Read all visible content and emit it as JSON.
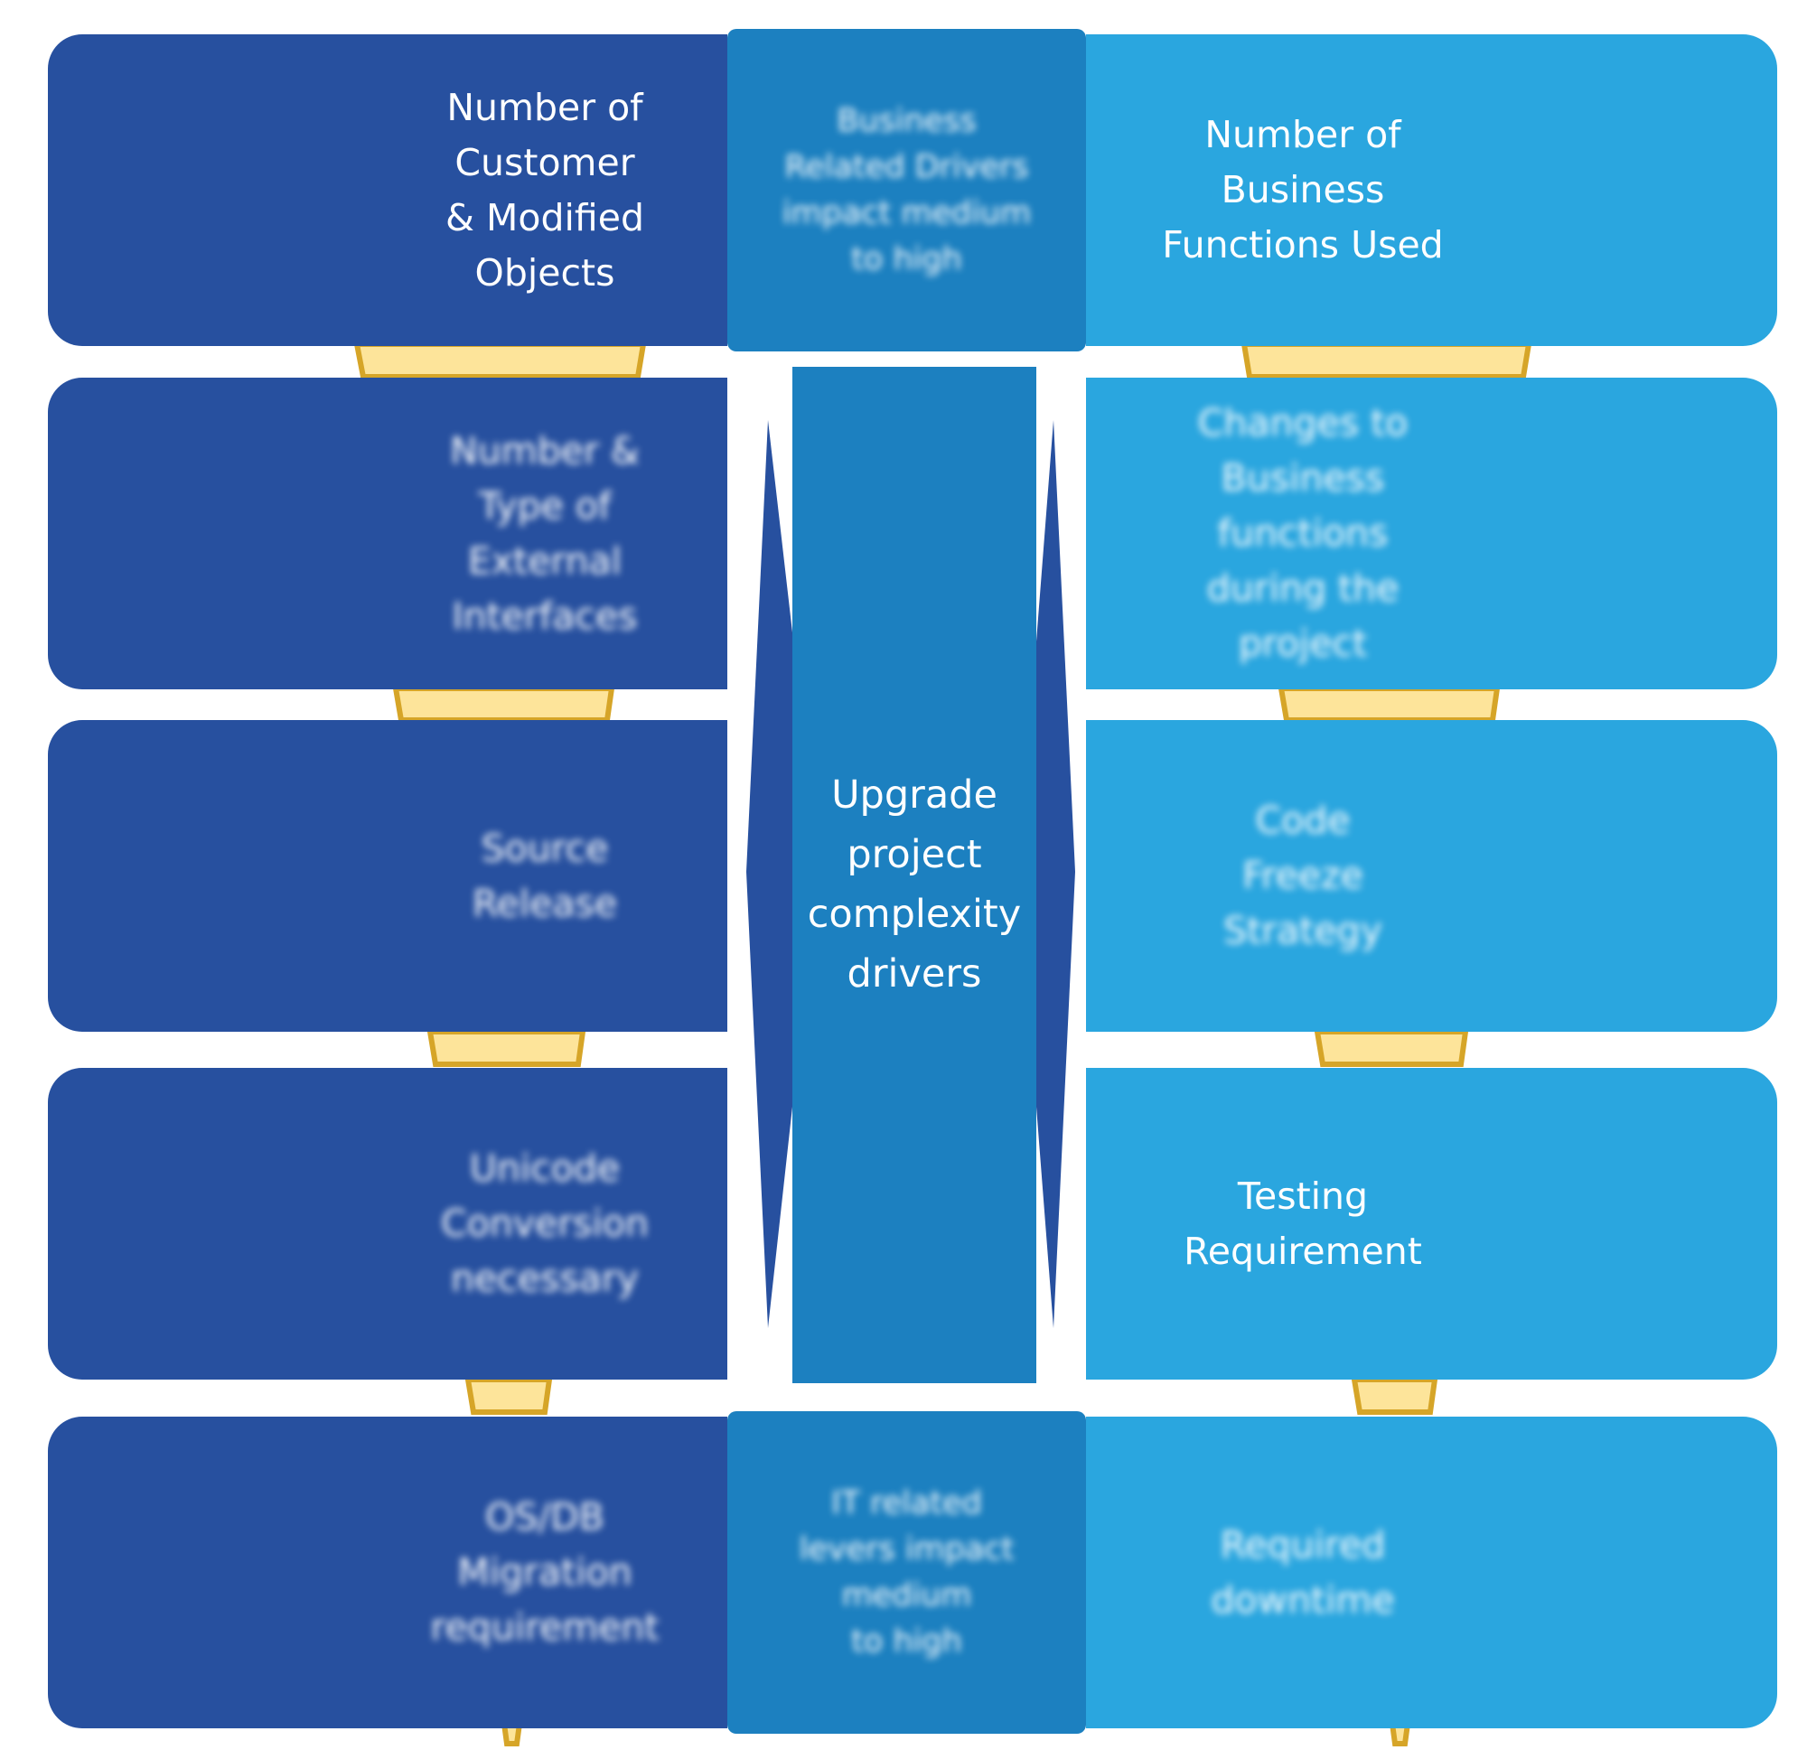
{
  "center": {
    "label": "Upgrade\nproject\ncomplexity\ndrivers"
  },
  "middle_top": {
    "label": "Business\nRelated Drivers\nimpact medium\nto high"
  },
  "middle_bottom": {
    "label": "IT related\nlevers impact\nmedium\nto high"
  },
  "left_items": [
    {
      "label": "Number of\nCustomer\n& Modified\nObjects"
    },
    {
      "label": "Number &\nType of\nExternal\nInterfaces"
    },
    {
      "label": "Source\nRelease"
    },
    {
      "label": "Unicode\nConversion\nnecessary"
    },
    {
      "label": "OS/DB\nMigration\nrequirement"
    }
  ],
  "right_items": [
    {
      "label": "Number of\nBusiness\nFunctions Used"
    },
    {
      "label": "Changes to\nBusiness\nfunctions\nduring the\nproject"
    },
    {
      "label": "Code\nFreeze\nStrategy"
    },
    {
      "label": "Testing\nRequirement"
    },
    {
      "label": "Required\ndowntime"
    }
  ],
  "colors": {
    "left_box": "#27509f",
    "right_box": "#2aa6df",
    "middle_box": "#1c80c0",
    "connector_fill": "#fde49a",
    "connector_outline": "#d6a528"
  }
}
